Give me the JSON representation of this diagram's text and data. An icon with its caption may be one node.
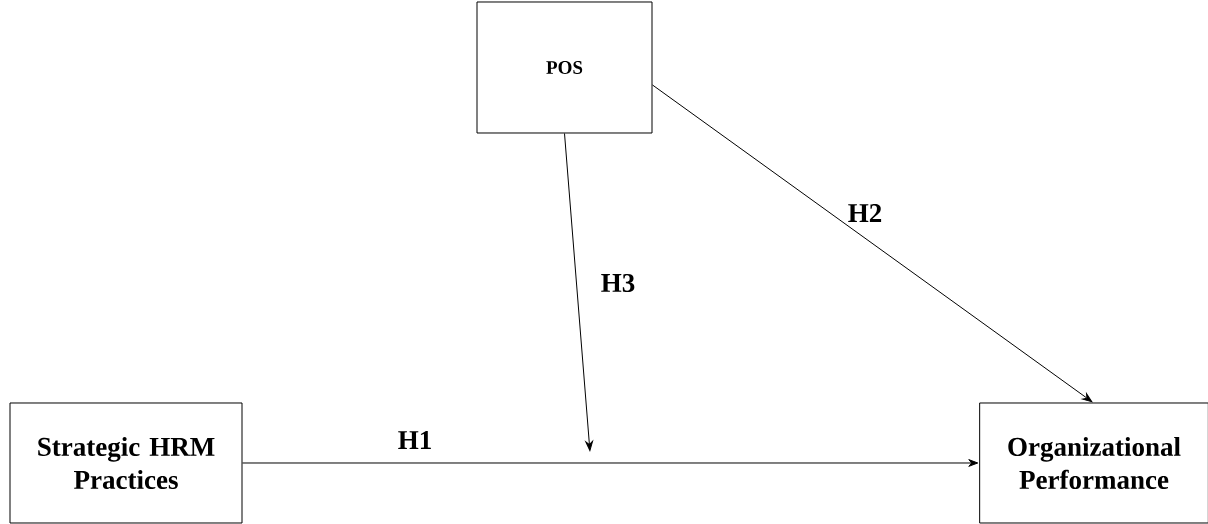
{
  "diagram": {
    "nodes": [
      {
        "text": [
          "POS"
        ]
      },
      {
        "text": [
          "Strategic HRM Practices"
        ]
      },
      {
        "text": [
          "Organizational Performance"
        ]
      }
    ],
    "edges": [
      {
        "from": 1,
        "to": 2,
        "arrow": "to",
        "label": "H1"
      },
      {
        "from": 0,
        "to": 2,
        "arrow": "to",
        "label": "H2"
      },
      {
        "from": 0,
        "to": null,
        "arrow": "to",
        "label": "H3"
      }
    ]
  }
}
